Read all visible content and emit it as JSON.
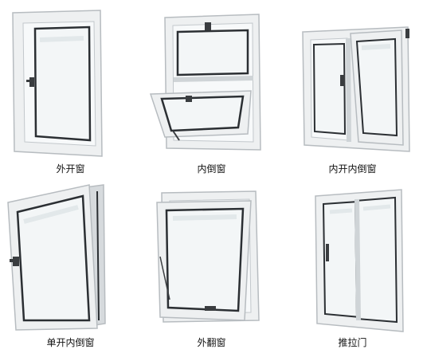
{
  "colors": {
    "frame": "#eef0f1",
    "frame_edge": "#b7bcc0",
    "glass": "#f3f6f7",
    "glass_shade": "#e2e8ea",
    "seal": "#2b2f33",
    "handle": "#3a3d40"
  },
  "windows": [
    {
      "label": "外开窗"
    },
    {
      "label": "内倒窗"
    },
    {
      "label": "内开内倒窗"
    },
    {
      "label": "单开内倒窗"
    },
    {
      "label": "外翻窗"
    },
    {
      "label": "推拉门"
    }
  ]
}
